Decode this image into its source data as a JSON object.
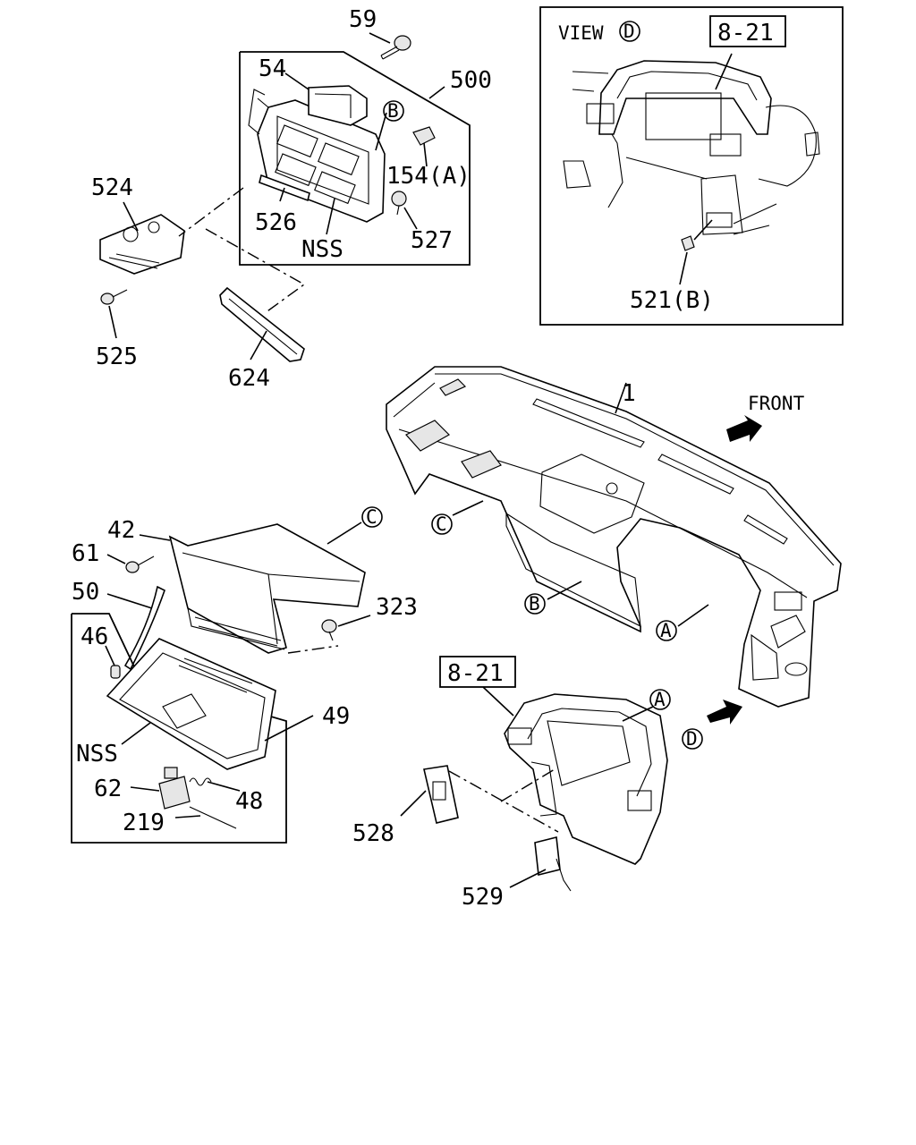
{
  "labels": {
    "p59": "59",
    "p54": "54",
    "p500": "500",
    "pB_top": "B",
    "p154A": "154(A)",
    "p524": "524",
    "p526": "526",
    "pNSS_top": "NSS",
    "p527": "527",
    "p525": "525",
    "p624": "624",
    "view": "VIEW",
    "view_letter": "D",
    "ref_top": "8-21",
    "p521B": "521(B)",
    "p1": "1",
    "front": "FRONT",
    "p42": "42",
    "pC_glove": "C",
    "p61": "61",
    "p50": "50",
    "p323": "323",
    "p46": "46",
    "pC_dash": "C",
    "pB_dash": "B",
    "pA_dash": "A",
    "p49": "49",
    "pNSS_bot": "NSS",
    "p62": "62",
    "p48": "48",
    "p219": "219",
    "ref_bot": "8-21",
    "pA_bezel": "A",
    "pD_bezel": "D",
    "p528": "528",
    "p529": "529"
  }
}
